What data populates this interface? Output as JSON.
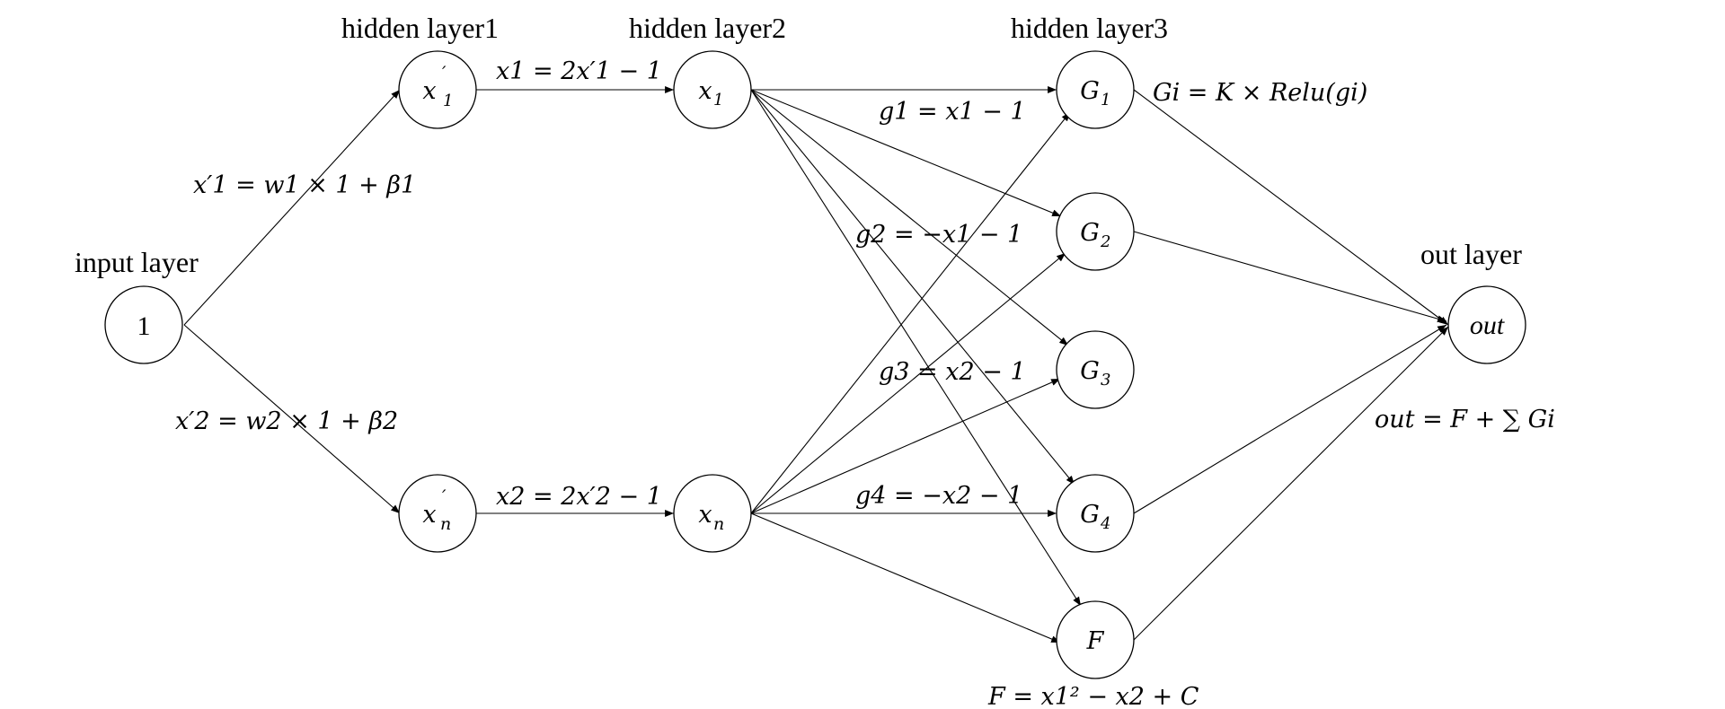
{
  "layers": {
    "input": "input layer",
    "hidden1": "hidden layer1",
    "hidden2": "hidden layer2",
    "hidden3": "hidden layer3",
    "out": "out layer"
  },
  "nodes": {
    "input_one": "1",
    "x1_prime": {
      "base": "x",
      "sup": "′",
      "sub": "1"
    },
    "xn_prime": {
      "base": "x",
      "sup": "′",
      "sub": "n"
    },
    "x1": {
      "base": "x",
      "sub": "1"
    },
    "xn": {
      "base": "x",
      "sub": "n"
    },
    "G1": {
      "base": "G",
      "sub": "1"
    },
    "G2": {
      "base": "G",
      "sub": "2"
    },
    "G3": {
      "base": "G",
      "sub": "3"
    },
    "G4": {
      "base": "G",
      "sub": "4"
    },
    "F": {
      "base": "F"
    },
    "out": "out"
  },
  "equations": {
    "w1": "x′1 = w1 × 1 + β1",
    "w2": "x′2 = w2 × 1 + β2",
    "x1": "x1 = 2x′1 − 1",
    "x2": "x2 = 2x′2 − 1",
    "g1": "g1 = x1 − 1",
    "g2": "g2 = −x1 − 1",
    "g3": "g3 = x2 − 1",
    "g4": "g4 = −x2 − 1",
    "G": "Gi = K × Relu(gi)",
    "F": "F = x1² − x2 + C",
    "out": "out = F + ∑ Gi"
  }
}
